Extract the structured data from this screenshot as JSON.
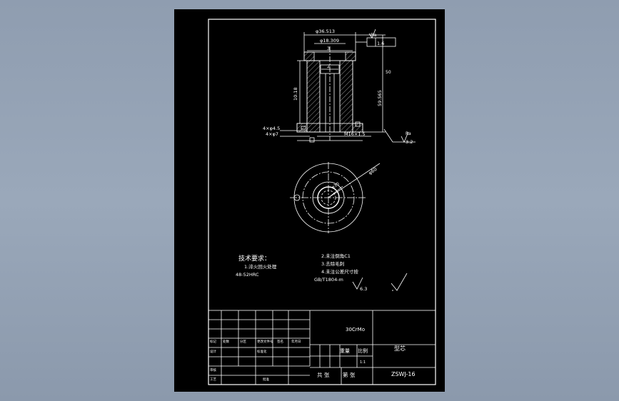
{
  "drawing": {
    "dimensions": {
      "outer_diameter": "φ36.513",
      "inner_diameter": "φ18.309",
      "hole_spacing": "2",
      "inner_height": "3",
      "left_height": "10.18",
      "right_height": "59.565",
      "hole_small": "4×φ4.5",
      "hole_large": "4×φ7",
      "thread": "M16×1.5",
      "roughness_top": "1.6",
      "roughness_mid": "50",
      "roughness_right": "3.2",
      "datum": "Ra",
      "bolt_circle": "φ60",
      "inner_circle": "φ30"
    },
    "tech_req": {
      "title": "技术要求：",
      "item1": "1.淬火回火处理",
      "item1b": "48-52HRC",
      "item2": "2.未注倒角C1",
      "item3": "3.去除毛刺",
      "item4": "4.未注公差尺寸按",
      "item4b": "GB/T1804-m",
      "roughness": "6.3"
    },
    "title_block": {
      "material": "30CrMo",
      "part_name": "型芯",
      "drawing_no": "ZSWJ-16",
      "weight_label": "重量",
      "scale_label": "比例",
      "sheet_total": "共 张",
      "sheet_num": "第 张",
      "row_labels": [
        "标记",
        "处数",
        "分区",
        "更改文件号",
        "签名",
        "年月日"
      ],
      "design": "设计",
      "standard": "标准化",
      "review": "审核",
      "process": "工艺",
      "approve": "批准",
      "scale_val": "1:1"
    }
  }
}
